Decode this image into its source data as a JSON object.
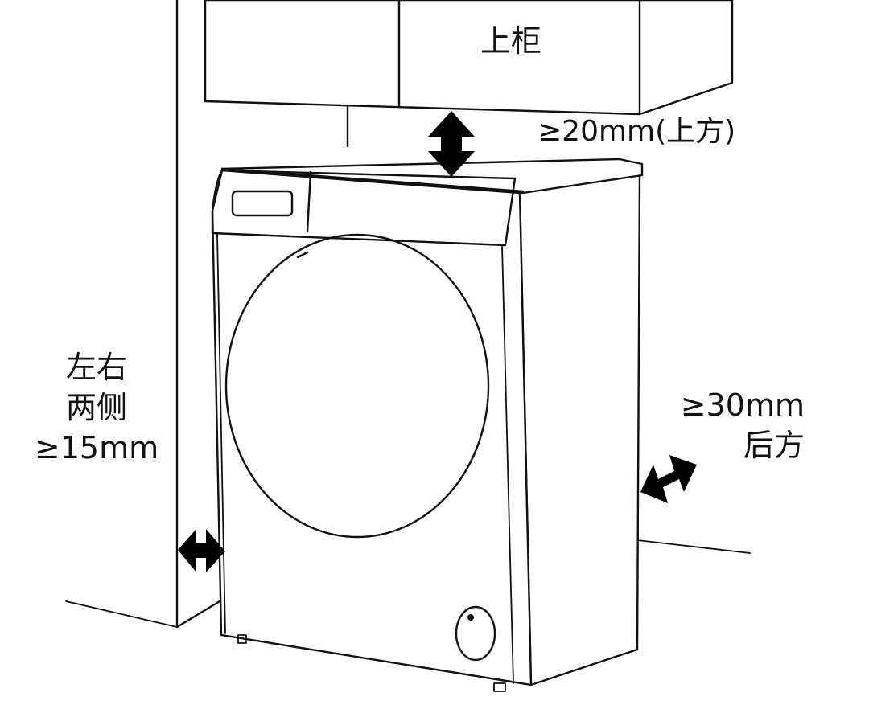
{
  "labels": {
    "upper_cabinet": "上柜",
    "top_clearance": "≥20mm(上方)",
    "side_clearance": [
      "左右",
      "两侧",
      "≥15mm"
    ],
    "back_clearance": [
      "≥30mm",
      "后方"
    ]
  },
  "colors": {
    "line": "#111111",
    "arrow": "#000000",
    "background": "#ffffff"
  }
}
